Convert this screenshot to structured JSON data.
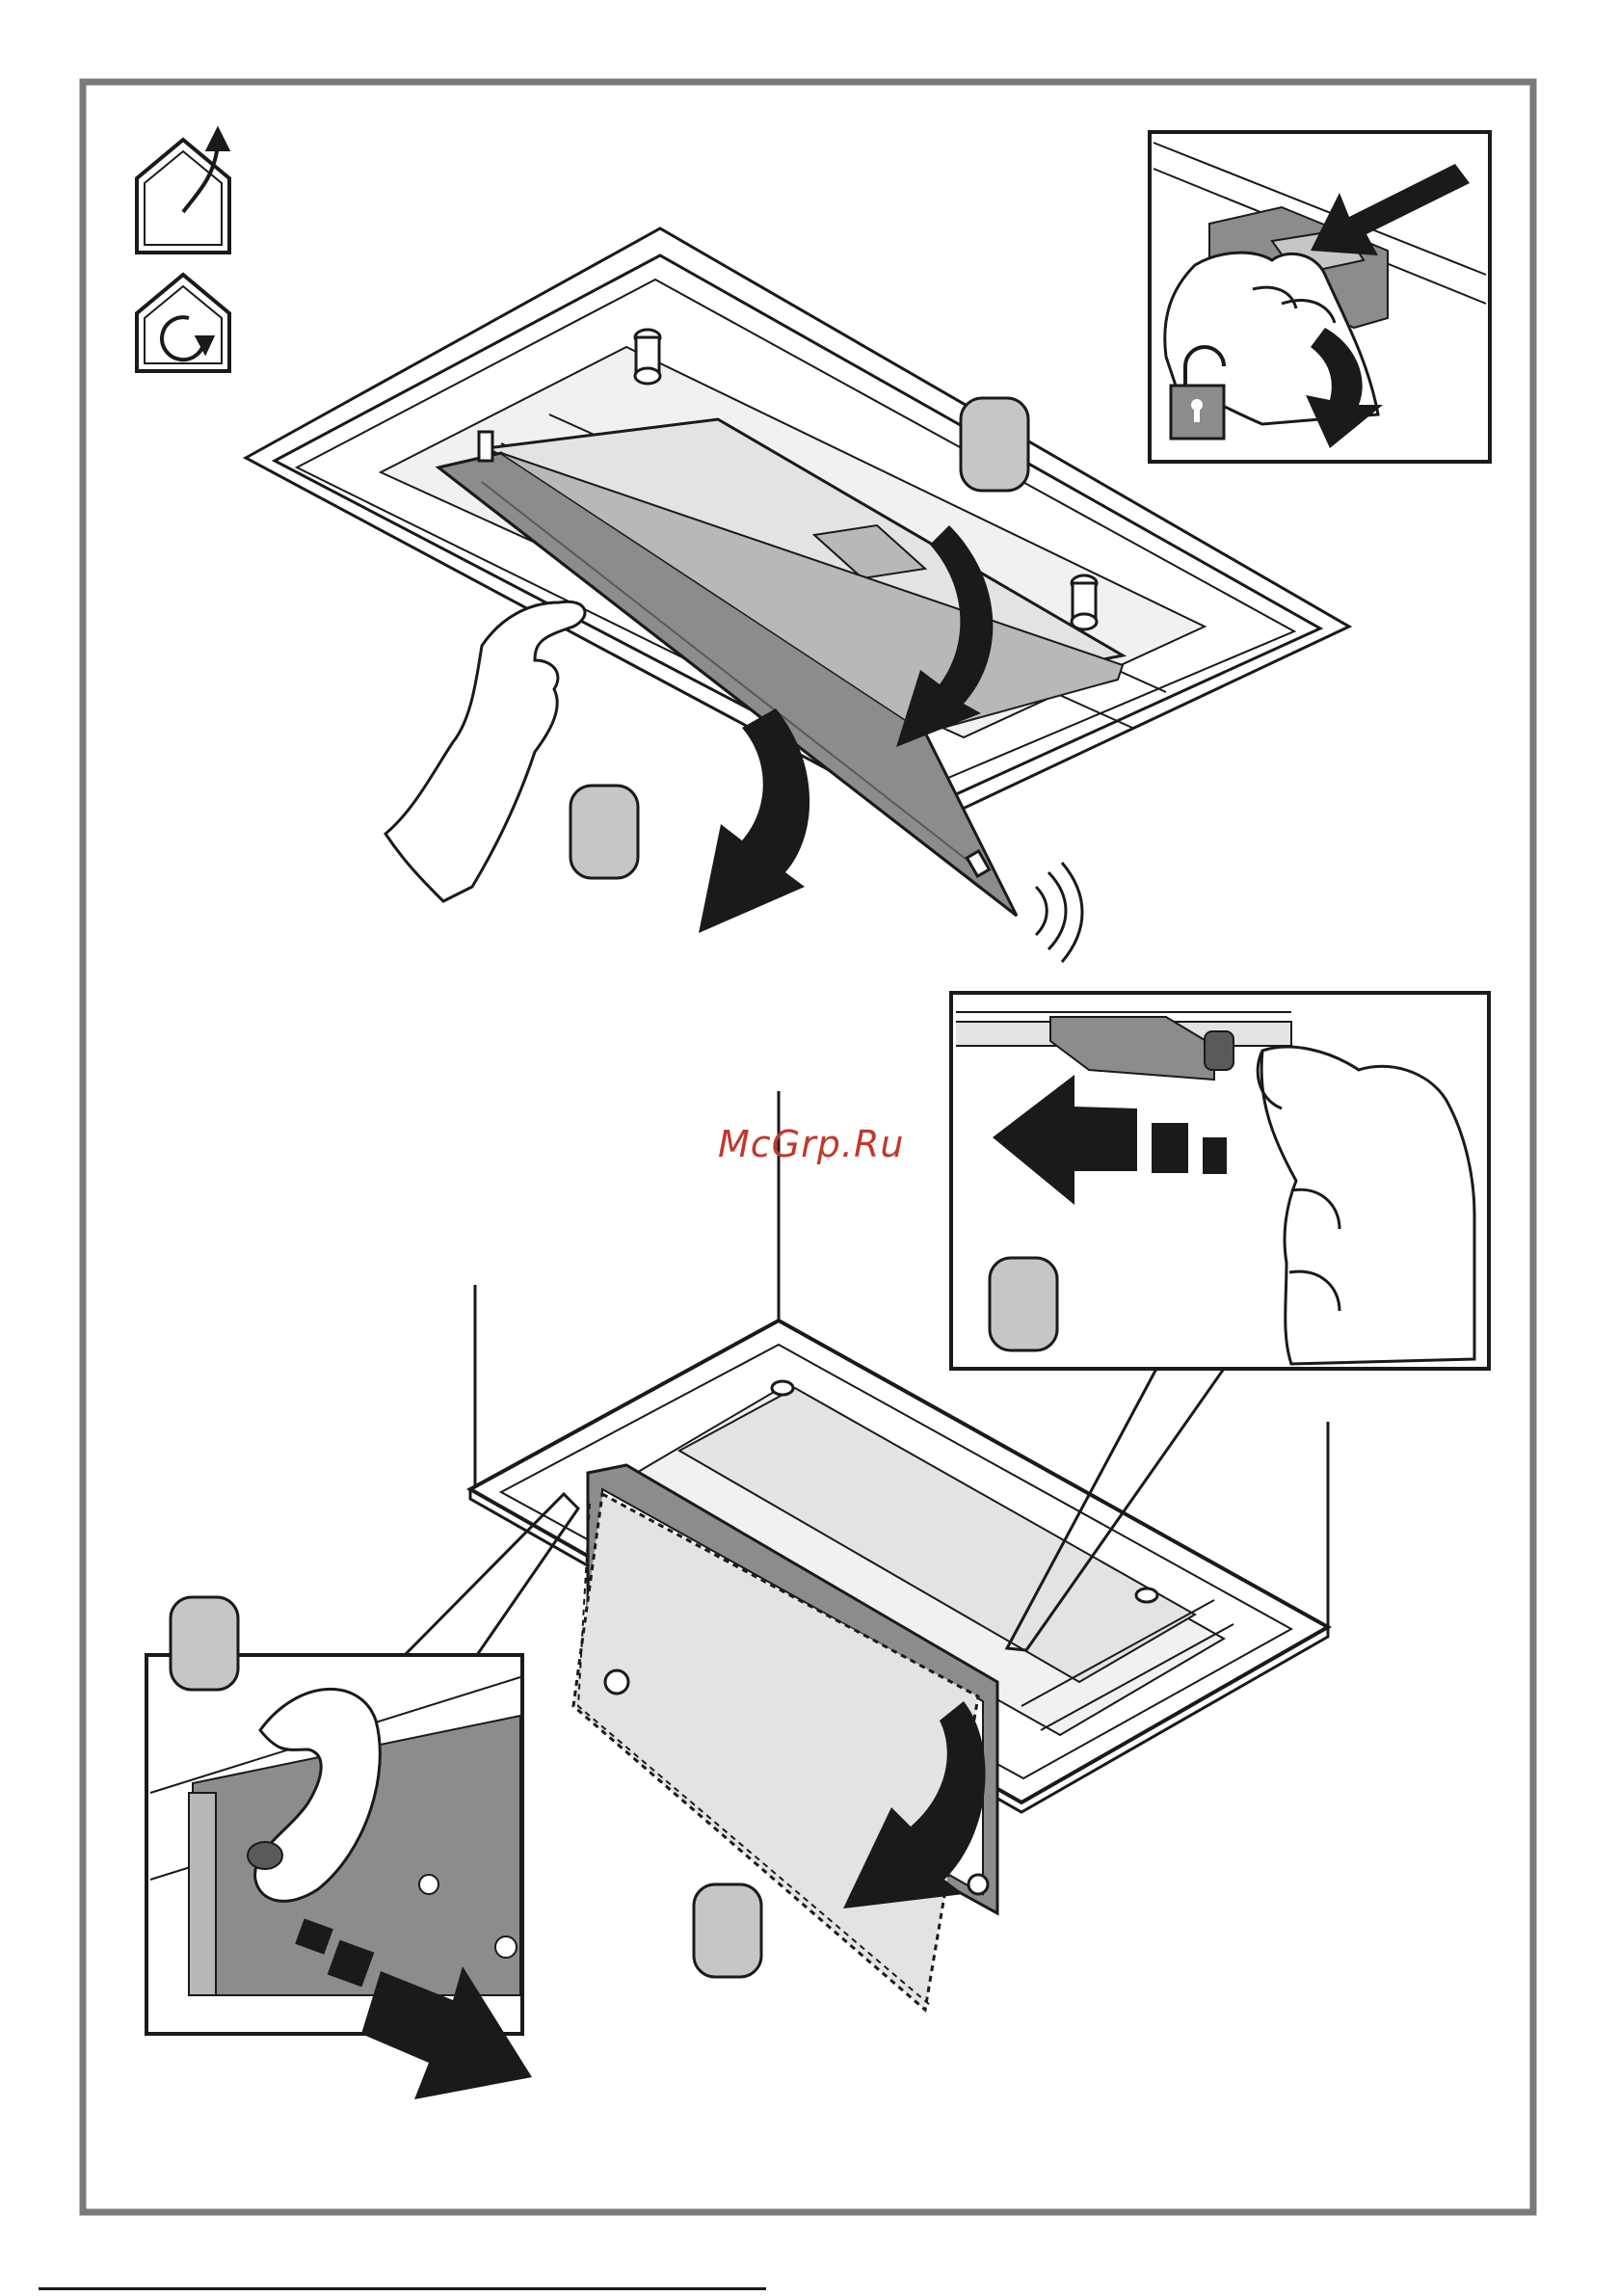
{
  "watermark": {
    "text": "McGrp.Ru",
    "color": "#c0392b"
  },
  "colors": {
    "frame": "#7a7a7a",
    "line": "#1a1a1a",
    "panel_dark": "#8c8c8c",
    "panel_mid": "#b8b8b8",
    "panel_light": "#e3e3e3",
    "step_badge": "#c6c6c6"
  },
  "icons": [
    "house-exhaust-icon",
    "house-recirculation-icon",
    "unlock-padlock-icon"
  ],
  "step_badges": [
    {
      "id": "badge-1",
      "label": ""
    },
    {
      "id": "badge-2",
      "label": ""
    },
    {
      "id": "badge-3",
      "label": ""
    },
    {
      "id": "badge-4",
      "label": ""
    },
    {
      "id": "badge-5",
      "label": ""
    }
  ]
}
